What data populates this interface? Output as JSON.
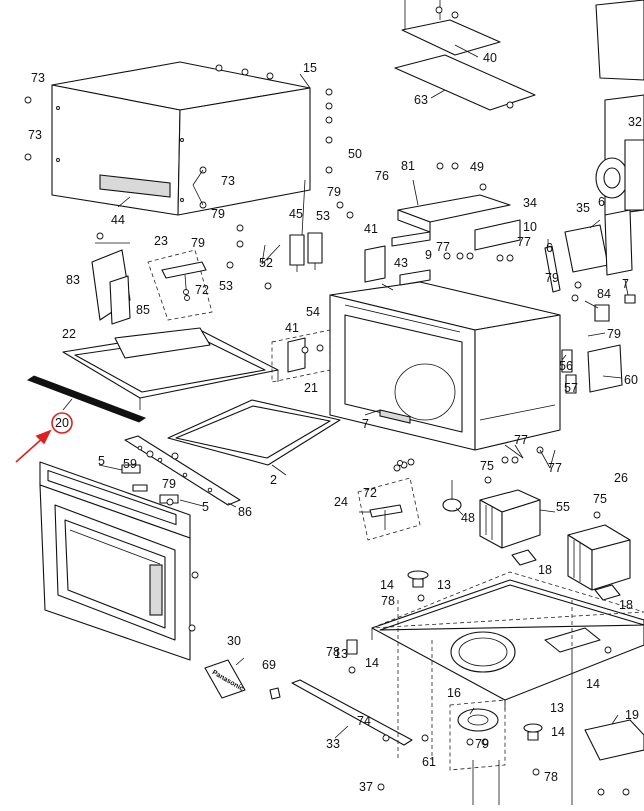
{
  "labels": {
    "p2": "2",
    "p5a": "5",
    "p5b": "5",
    "p6": "6",
    "p7": "7",
    "p7b": "7",
    "p9": "9",
    "p10": "10",
    "p13a": "13",
    "p13b": "13",
    "p13c": "13",
    "p14a": "14",
    "p14b": "14",
    "p14c": "14",
    "p14d": "14",
    "p15": "15",
    "p16": "16",
    "p18a": "18",
    "p18b": "18",
    "p19": "19",
    "p20": "20",
    "p21": "21",
    "p22": "22",
    "p23": "23",
    "p24": "24",
    "p26": "26",
    "p30": "30",
    "p32": "32",
    "p33": "33",
    "p34": "34",
    "p35": "35",
    "p37": "37",
    "p40": "40",
    "p41a": "41",
    "p41b": "41",
    "p43": "43",
    "p44": "44",
    "p45": "45",
    "p48": "48",
    "p49": "49",
    "p50": "50",
    "p52": "52",
    "p53a": "53",
    "p53b": "53",
    "p54": "54",
    "p55": "55",
    "p56": "56",
    "p57": "57",
    "p59": "59",
    "p60": "60",
    "p61": "61",
    "p63": "63",
    "p69": "69",
    "p72a": "72",
    "p72b": "72",
    "p73a": "73",
    "p73b": "73",
    "p73c": "73",
    "p74": "74",
    "p75a": "75",
    "p75b": "75",
    "p76": "76",
    "p77a": "77",
    "p77b": "77",
    "p77c": "77",
    "p77d": "77",
    "p78a": "78",
    "p78b": "78",
    "p78c": "78",
    "p79a": "79",
    "p79b": "79",
    "p79c": "79",
    "p79d": "79",
    "p79e": "79",
    "p79f": "79",
    "p79g": "79",
    "p81": "81",
    "p83": "83",
    "p84": "84",
    "p85": "85",
    "p86": "86"
  },
  "logo_text": "Panasonic",
  "highlight": {
    "part": "20",
    "color": "#e02020"
  }
}
